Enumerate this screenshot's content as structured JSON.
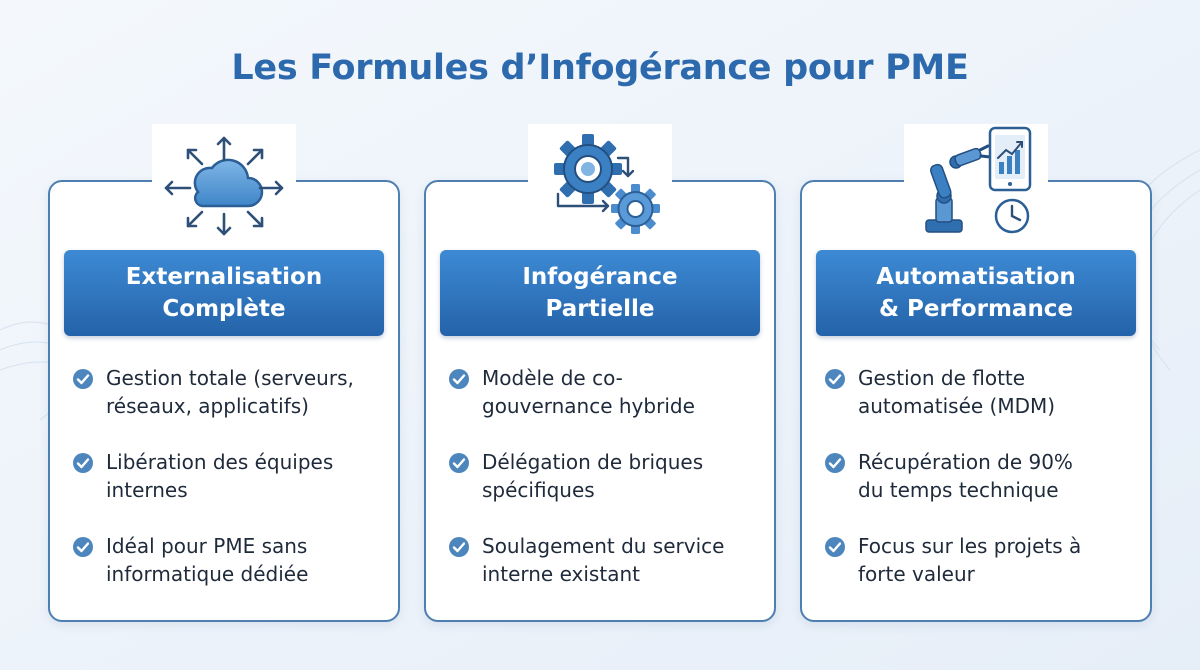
{
  "title": "Les Formules d’Infogérance pour PME",
  "colors": {
    "title": "#2c69ad",
    "card_border": "#4f7fb0",
    "banner_top": "#3d8ad4",
    "banner_bottom": "#2463a9",
    "check": "#4d86bd",
    "text": "#1f2a3a"
  },
  "cards": [
    {
      "icon": "cloud-network-icon",
      "heading_line1": "Externalisation",
      "heading_line2": "Complète",
      "items": [
        {
          "line1": "Gestion totale (serveurs,",
          "line2": "réseaux, applicatifs)"
        },
        {
          "line1": "Libération des équipes",
          "line2": "internes"
        },
        {
          "line1": "Idéal pour PME sans",
          "line2": "informatique dédiée"
        }
      ]
    },
    {
      "icon": "gears-icon",
      "heading_line1": "Infogérance",
      "heading_line2": "Partielle",
      "items": [
        {
          "line1": "Modèle de co-",
          "line2": "gouvernance hybride"
        },
        {
          "line1": "Délégation de briques",
          "line2": "spécifiques"
        },
        {
          "line1": "Soulagement du service",
          "line2": "interne existant"
        }
      ]
    },
    {
      "icon": "robot-arm-tablet-clock-icon",
      "heading_line1": "Automatisation",
      "heading_line2": "& Performance",
      "items": [
        {
          "line1": "Gestion de flotte",
          "line2": "automatisée (MDM)"
        },
        {
          "line1": "Récupération de 90%",
          "line2": "du temps technique"
        },
        {
          "line1": "Focus sur les projets à",
          "line2": "forte valeur"
        }
      ]
    }
  ]
}
